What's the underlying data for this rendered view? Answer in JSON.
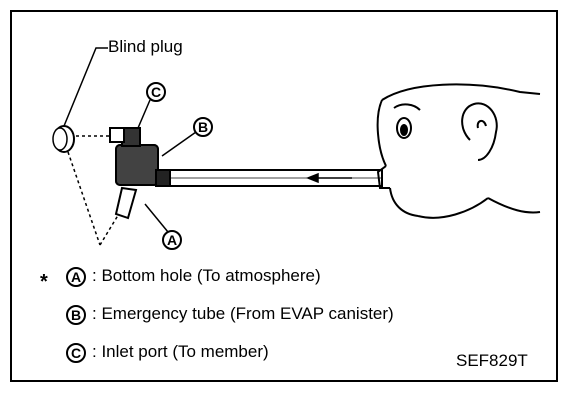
{
  "labels": {
    "blind_plug": "Blind plug",
    "marker_a": "A",
    "marker_b": "B",
    "marker_c": "C"
  },
  "legend": [
    {
      "marker": "A",
      "text": ": Bottom hole (To atmosphere)"
    },
    {
      "marker": "B",
      "text": ": Emergency tube (From EVAP canister)"
    },
    {
      "marker": "C",
      "text": ": Inlet port (To member)"
    }
  ],
  "asterisk": "*",
  "figure_code": "SEF829T"
}
